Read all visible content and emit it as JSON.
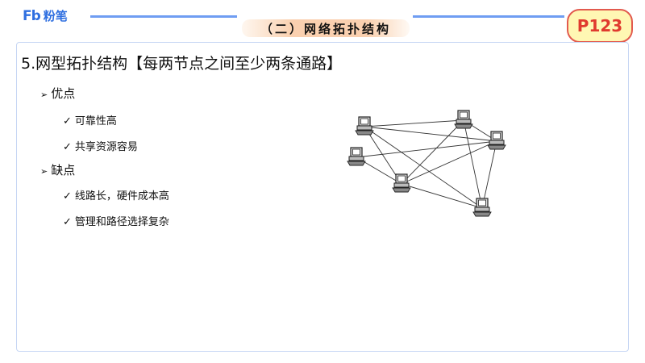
{
  "header": {
    "logo_mark": "Fb",
    "logo_text": "粉笔",
    "title": "（二）网络拓扑结构",
    "page_badge": "P123",
    "accent": "#6f9df2",
    "badge_color": "#e03a2e"
  },
  "main": {
    "heading": "5.网型拓扑结构【每两节点之间至少两条通路】",
    "sections": [
      {
        "label": "优点",
        "items": [
          "可靠性高",
          "共享资源容易"
        ]
      },
      {
        "label": "缺点",
        "items": [
          "线路长，硬件成本高",
          "管理和路径选择复杂"
        ]
      }
    ]
  }
}
